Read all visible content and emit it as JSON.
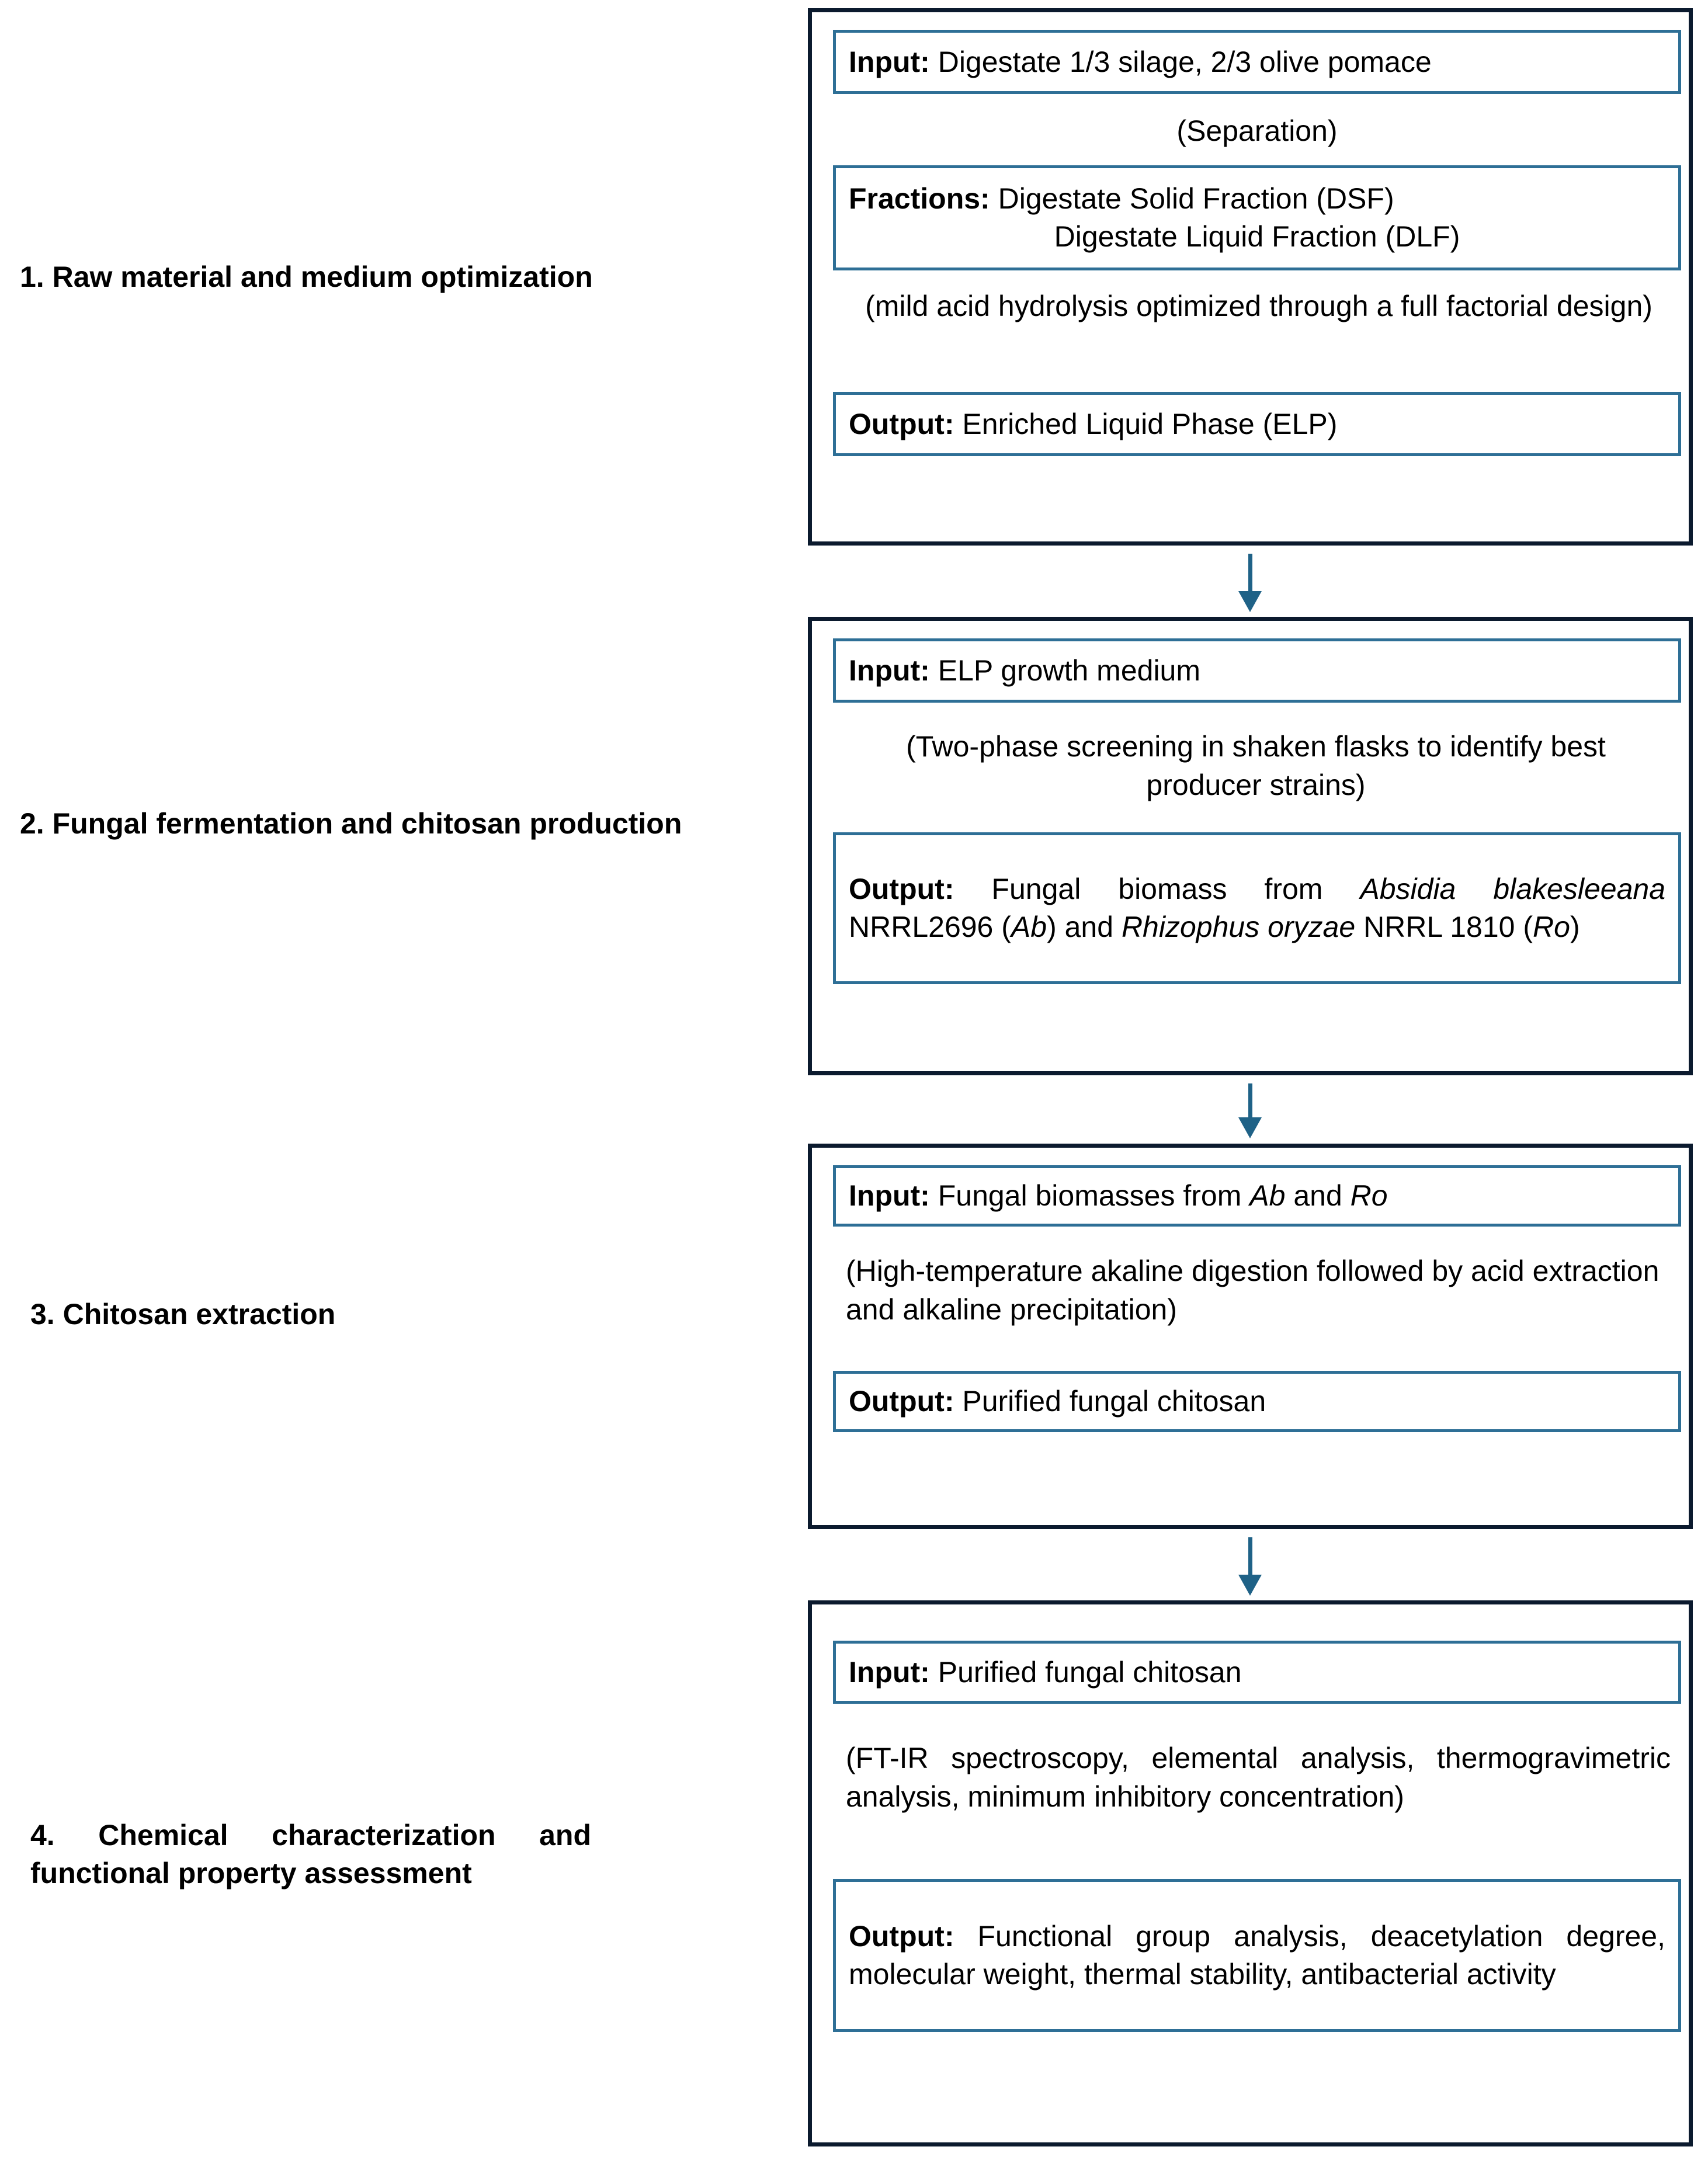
{
  "diagram": {
    "title": "Fungal chitosan production workflow from digestate",
    "colors": {
      "outer_box_border": "#0b1a2e",
      "inner_box_border": "#2e6f96",
      "arrow": "#1f6287",
      "background": "#ffffff",
      "text": "#000000"
    },
    "stages": [
      {
        "label": "1. Raw material and medium optimization",
        "input_prefix": "Input:",
        "input_text": " Digestate 1/3 silage, 2/3 olive pomace",
        "note_1": "(Separation)",
        "fractions_prefix": "Fractions:",
        "fractions_line_1": " Digestate Solid  Fraction (DSF)",
        "fractions_line_2": "Digestate Liquid Fraction (DLF)",
        "note_2": "(mild acid hydrolysis optimized through a full factorial design)",
        "output_prefix": "Output:",
        "output_text": " Enriched Liquid Phase (ELP)"
      },
      {
        "label": "2. Fungal fermentation and chitosan production",
        "input_prefix": "Input:",
        "input_text": "  ELP growth medium",
        "note": "(Two-phase screening in shaken flasks to identify best producer strains)",
        "output_prefix": "Output:",
        "output_text_1": "  Fungal biomass from ",
        "output_species_1": "Absidia blakesleeana",
        "output_text_2": " NRRL2696 (",
        "output_abbr_1": "Ab",
        "output_text_3": ") and ",
        "output_species_2": "Rhizophus oryzae",
        "output_text_4": " NRRL 1810 (",
        "output_abbr_2": "Ro",
        "output_text_5": ")"
      },
      {
        "label": "3. Chitosan extraction",
        "input_prefix": "Input:",
        "input_text_1": " Fungal biomasses from ",
        "input_abbr_1": "Ab",
        "input_text_2": " and  ",
        "input_abbr_2": "Ro",
        "note": "(High-temperature akaline digestion followed by acid extraction and alkaline precipitation)",
        "output_prefix": "Output:",
        "output_text": " Purified fungal chitosan"
      },
      {
        "label": "4.  Chemical  characterization and      functional      property assessment",
        "input_prefix": "Input:",
        "input_text": " Purified fungal chitosan",
        "note": "(FT-IR spectroscopy, elemental analysis, thermogravimetric analysis, minimum inhibitory concentration)",
        "output_prefix": "Output:",
        "output_text": "  Functional group analysis, deacetylation degree, molecular weight, thermal stability, antibacterial activity"
      }
    ],
    "arrows": [
      {
        "name": "arrow-stage1-to-stage2",
        "direction": "down"
      },
      {
        "name": "arrow-stage2-to-stage3",
        "direction": "down"
      },
      {
        "name": "arrow-stage3-to-stage4",
        "direction": "down"
      }
    ]
  }
}
